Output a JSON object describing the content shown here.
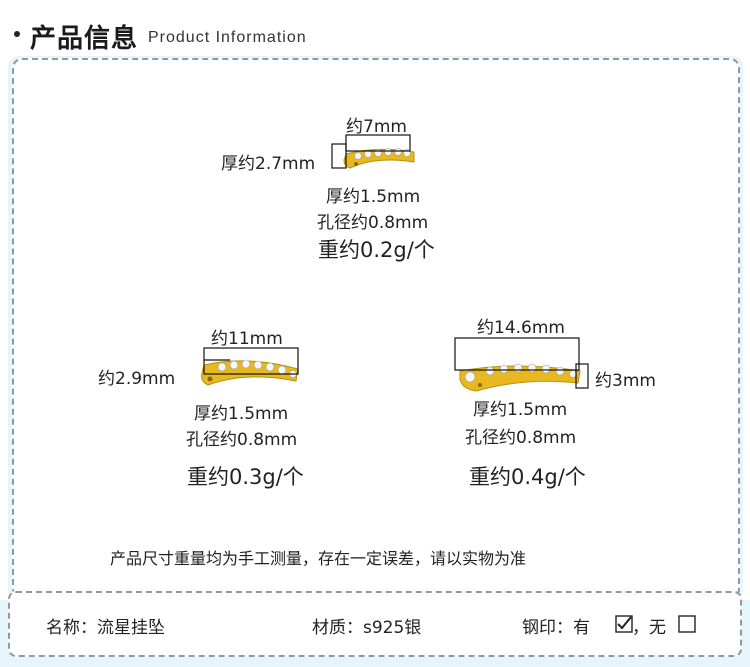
{
  "header": {
    "title_cn": "产品信息",
    "title_en": "Product Information"
  },
  "items": [
    {
      "length": "约7mm",
      "height": "厚约2.7mm",
      "thickness": "厚约1.5mm",
      "hole": "孔径约0.8mm",
      "weight": "重约0.2g/个"
    },
    {
      "length": "约11mm",
      "height": "约2.9mm",
      "thickness": "厚约1.5mm",
      "hole": "孔径约0.8mm",
      "weight": "重约0.3g/个"
    },
    {
      "length": "约14.6mm",
      "height": "约3mm",
      "thickness": "厚约1.5mm",
      "hole": "孔径约0.8mm",
      "weight": "重约0.4g/个"
    }
  ],
  "note": "产品尺寸重量均为手工测量，存在一定误差，请以实物为准",
  "footer": {
    "name": "名称：流星挂坠",
    "material": "材质：s925银",
    "stamp_label": "钢印：有",
    "stamp_sep": "，无",
    "stamp_yes_checked": true,
    "stamp_no_checked": false
  },
  "colors": {
    "gold": "#e8b820",
    "panel_bg": "#e6f5fb",
    "dash": "#8a9aa6"
  }
}
